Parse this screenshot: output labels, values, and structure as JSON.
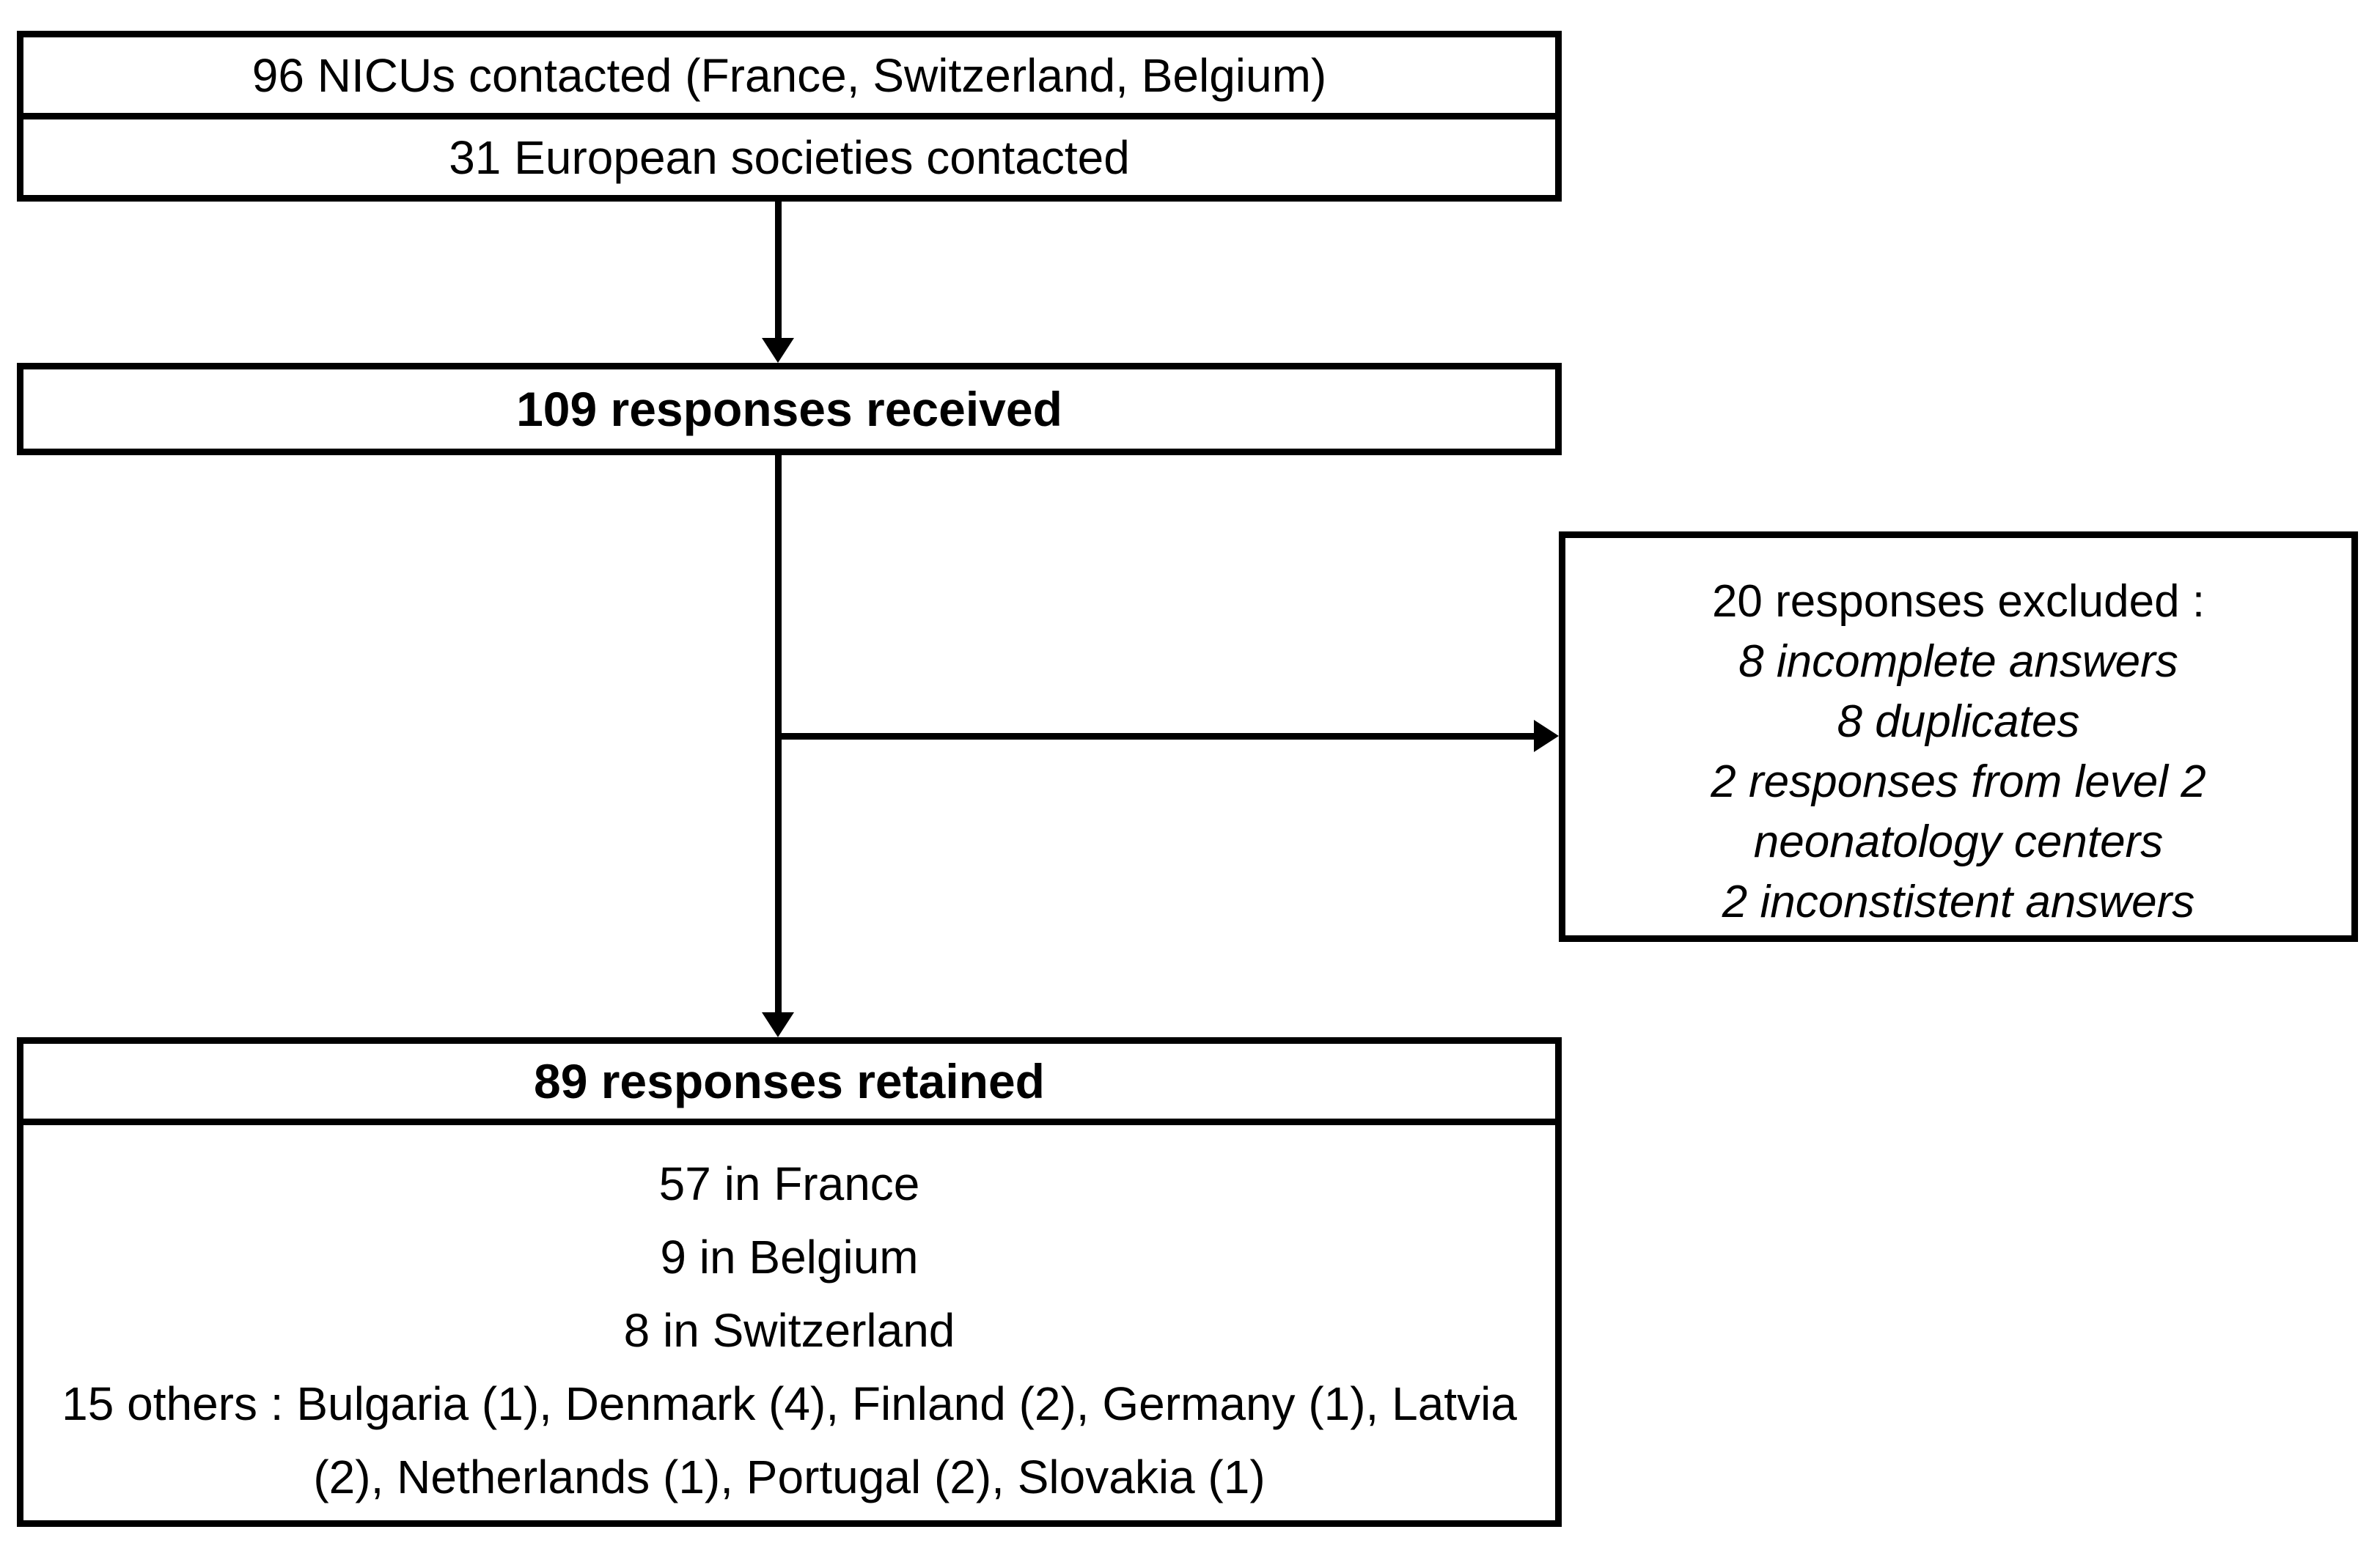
{
  "figure": {
    "background_color": "#ffffff",
    "line_color": "#000000"
  },
  "contacted_box": {
    "row1": "96 NICUs contacted (France, Switzerland, Belgium)",
    "row2": "31 European societies contacted"
  },
  "received_box": {
    "label": "109 responses received"
  },
  "excluded_box": {
    "title": "20 responses excluded :",
    "items": [
      "8 incomplete answers",
      "8 duplicates",
      "2 responses from level 2 neonatology centers",
      "2 inconstistent answers"
    ]
  },
  "retained_box": {
    "header": "89 responses retained",
    "lines": [
      "57 in France",
      "9 in Belgium",
      "8 in Switzerland",
      "15 others : Bulgaria (1), Denmark (4), Finland (2), Germany (1), Latvia (2), Netherlands (1), Portugal (2), Slovakia (1)"
    ]
  }
}
